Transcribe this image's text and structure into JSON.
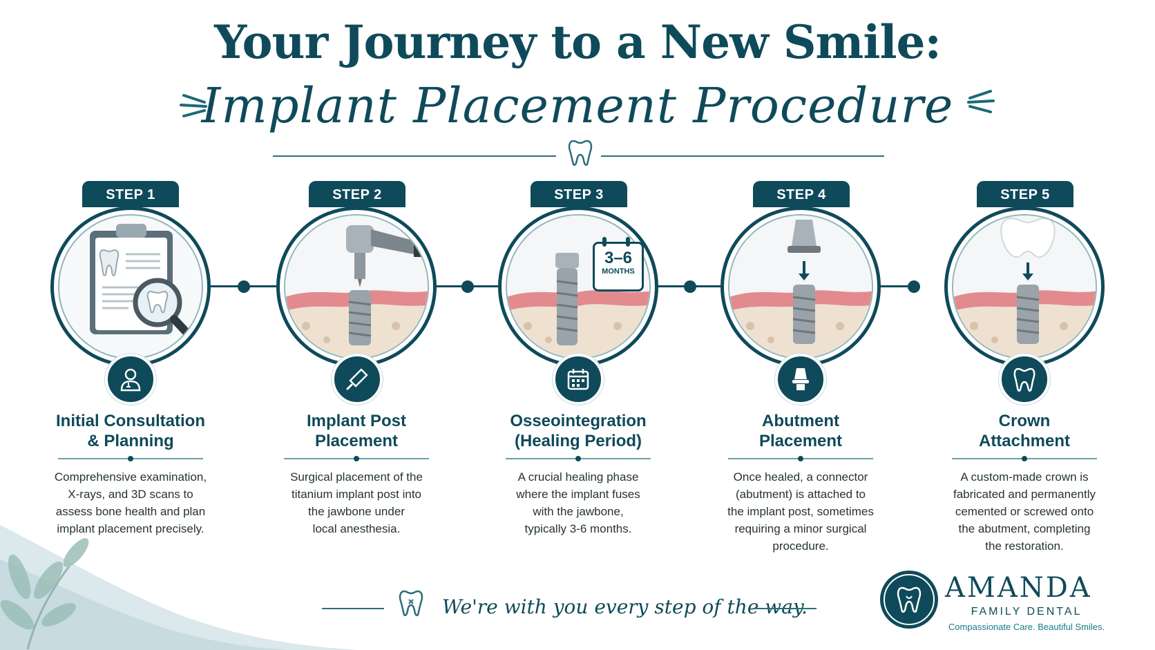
{
  "header": {
    "title": "Your Journey to a New Smile:",
    "subtitle": "Implant Placement Procedure"
  },
  "steps": [
    {
      "badge": "STEP 1",
      "title": [
        "Initial Consultation",
        "& Planning"
      ],
      "description": [
        "Comprehensive examination,",
        "X-rays, and 3D scans to",
        "assess bone health and plan",
        "implant placement precisely."
      ],
      "icon": "doctor-icon"
    },
    {
      "badge": "STEP 2",
      "title": [
        "Implant Post",
        "Placement"
      ],
      "description": [
        "Surgical placement of the",
        "titanium implant post into",
        "the jawbone under",
        "local anesthesia."
      ],
      "icon": "drill-icon"
    },
    {
      "badge": "STEP 3",
      "title": [
        "Osseointegration",
        "(Healing Period)"
      ],
      "description": [
        "A crucial healing phase",
        "where the implant fuses",
        "with the jawbone,",
        "typically 3-6 months."
      ],
      "icon": "calendar-icon",
      "calendar_value": "3–6",
      "calendar_unit": "MONTHS"
    },
    {
      "badge": "STEP 4",
      "title": [
        "Abutment",
        "Placement"
      ],
      "description": [
        "Once healed, a connector",
        "(abutment) is attached to",
        "the implant post, sometimes",
        "requiring a minor surgical",
        "procedure."
      ],
      "icon": "abutment-icon"
    },
    {
      "badge": "STEP 5",
      "title": [
        "Crown",
        "Attachment"
      ],
      "description": [
        "A custom-made crown is",
        "fabricated and permanently",
        "cemented or screwed onto",
        "the abutment, completing",
        "the restoration."
      ],
      "icon": "tooth-icon"
    }
  ],
  "footer": {
    "tagline": "We're with you every step of the way.",
    "brand_name": "AMANDA",
    "brand_sub": "FAMILY DENTAL",
    "brand_slogan": "Compassionate Care. Beautiful Smiles."
  },
  "colors": {
    "primary": "#0f4a5a",
    "accent": "#1a7a8a",
    "gum": "#e38a8f",
    "bone": "#efe1d0"
  }
}
